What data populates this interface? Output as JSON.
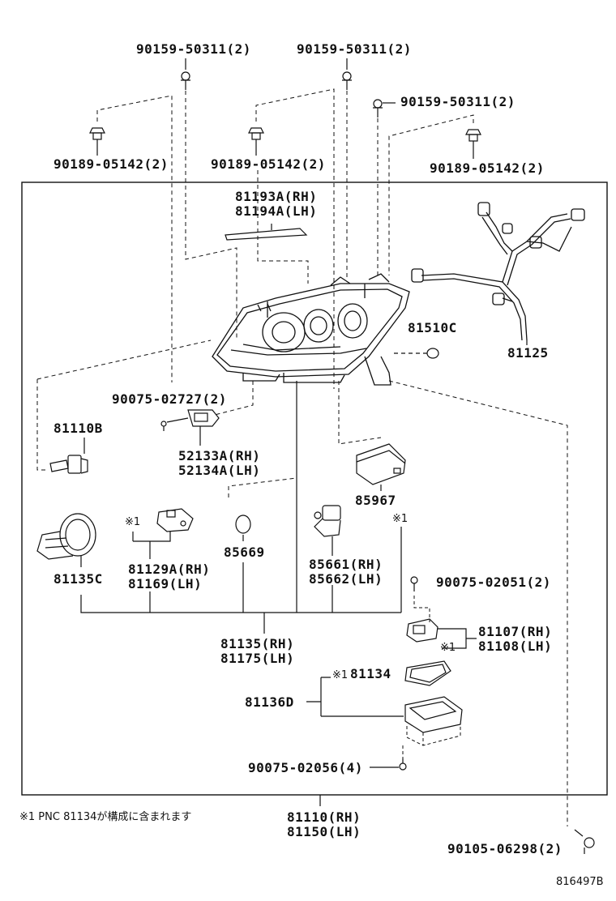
{
  "labels": {
    "bolt_top_left": "90159-50311(2)",
    "bolt_top_mid": "90159-50311(2)",
    "bolt_right": "90159-50311(2)",
    "nut_left": "90189-05142(2)",
    "nut_mid": "90189-05142(2)",
    "nut_right": "90189-05142(2)",
    "trim_rh": "81193A(RH)",
    "trim_lh": "81194A(LH)",
    "plug": "81510C",
    "wiring": "81125",
    "screw_a": "90075-02727(2)",
    "bulb": "81110B",
    "bracket_rh": "52133A(RH)",
    "bracket_lh": "52134A(LH)",
    "module": "85967",
    "socket": "81135C",
    "clip_rh": "81129A(RH)",
    "clip_lh": "81169(LH)",
    "ring": "85669",
    "motor_rh": "85661(RH)",
    "motor_lh": "85662(LH)",
    "screw_b": "90075-02051(2)",
    "comp_rh": "81107(RH)",
    "comp_lh": "81108(LH)",
    "sub_rh": "81135(RH)",
    "sub_lh": "81175(LH)",
    "gasket": "81134",
    "ballast": "81136D",
    "screw_c": "90075-02056(4)",
    "assy_rh": "81110(RH)",
    "assy_lh": "81150(LH)",
    "bolt_bottom": "90105-06298(2)",
    "diagram_id": "816497B"
  },
  "marks": {
    "clip_mark": "※1",
    "motor_mark": "※1",
    "comp_mark": "※1",
    "gasket_mark": "※1"
  },
  "footnote": "※1  PNC 81134が構成に含まれます"
}
